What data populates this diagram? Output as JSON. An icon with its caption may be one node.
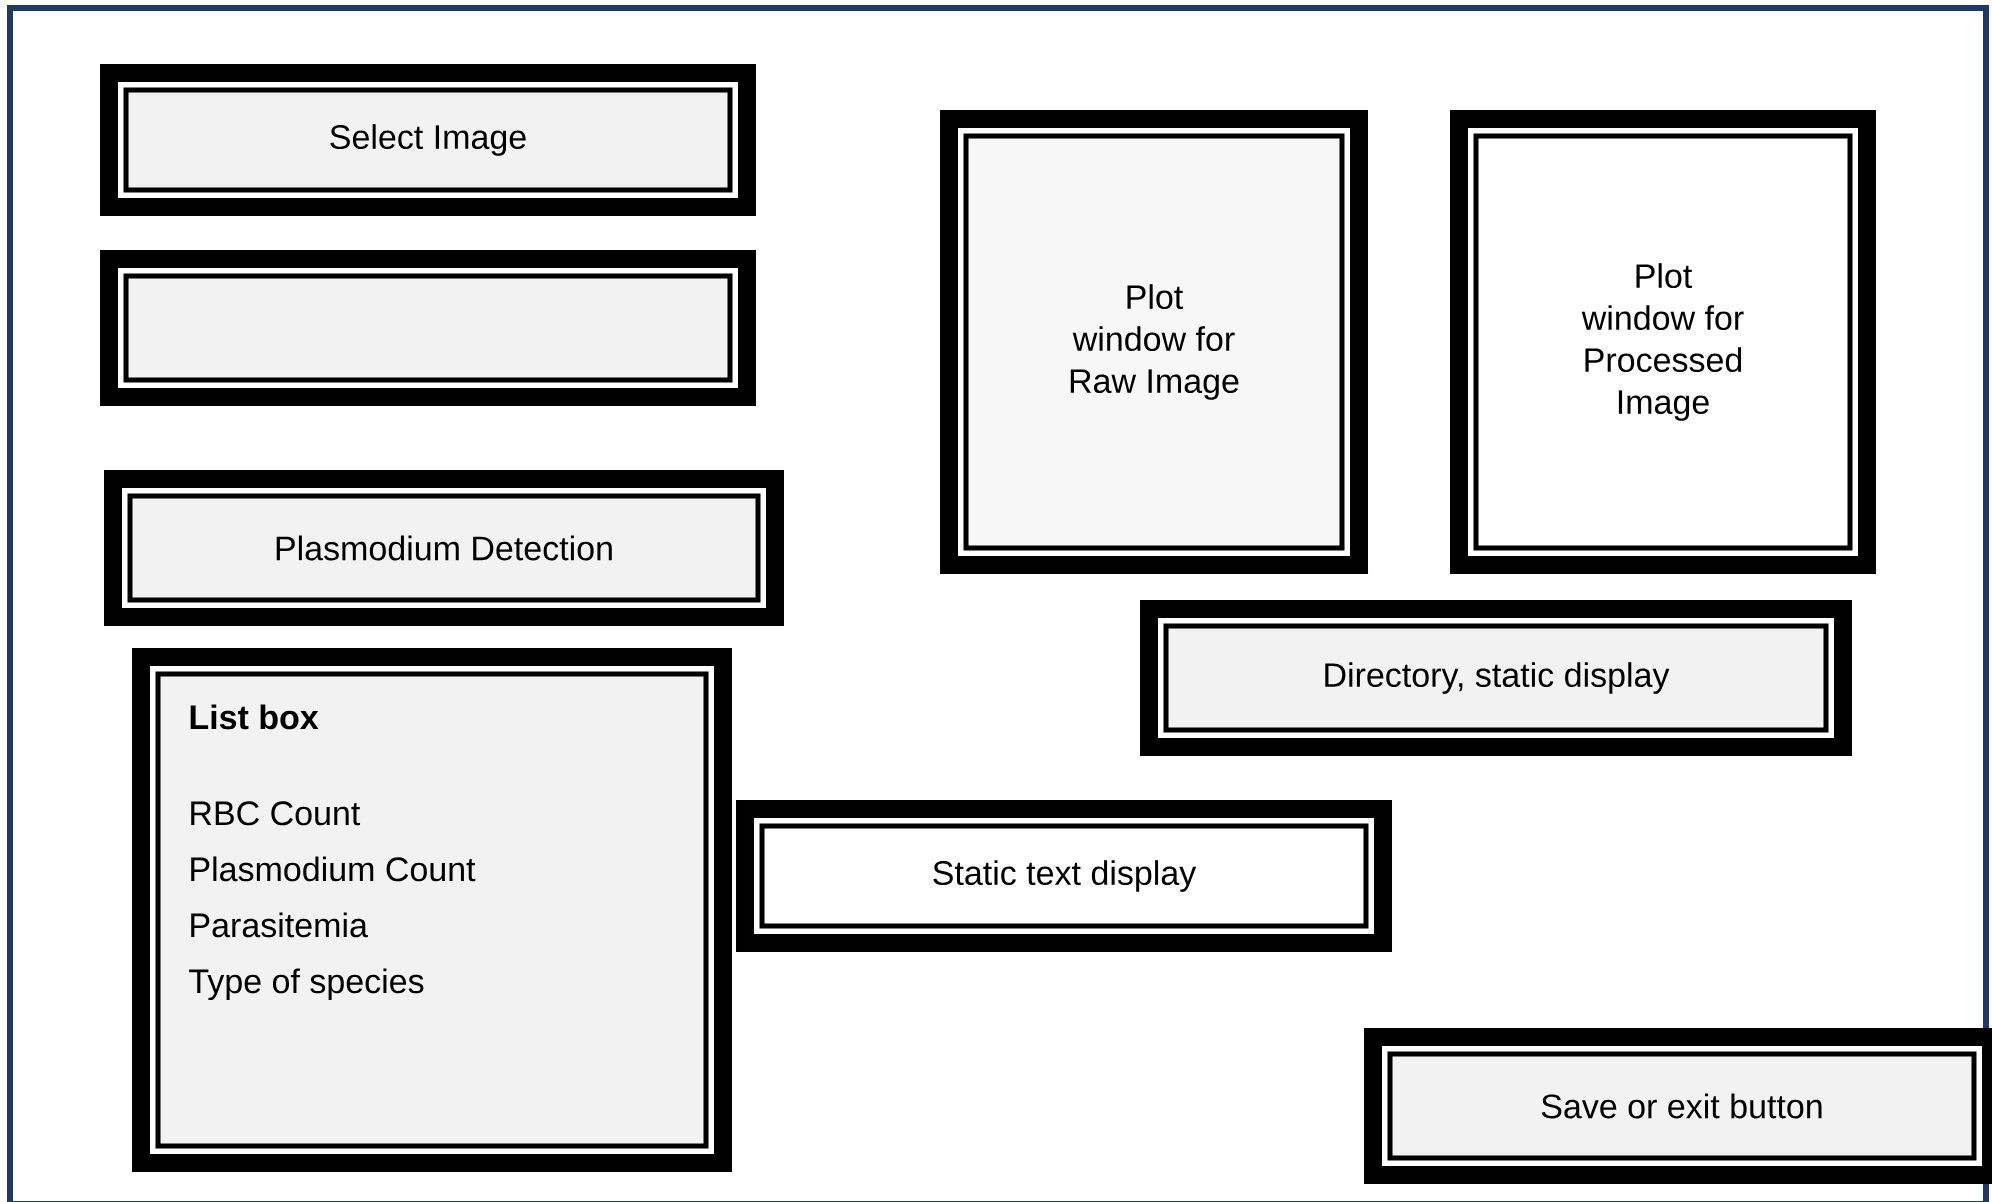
{
  "diagram": {
    "nodes": [
      {
        "text": [
          "Select Image"
        ]
      },
      {
        "text": [],
        "shape": "box"
      },
      {
        "text": [
          "Plot window for Raw Image"
        ]
      },
      {
        "text": [
          "Plot window for Processed Image"
        ]
      },
      {
        "text": [
          "Plasmodium Detection"
        ]
      },
      {
        "text": [
          "Directory, static display"
        ]
      },
      {
        "text": [
          "List box",
          "RBC Count",
          "Plasmodium Count",
          "Parasitemia",
          "Type of species"
        ]
      },
      {
        "text": [
          "Static text display"
        ]
      },
      {
        "text": [
          "Save or exit button"
        ]
      }
    ]
  }
}
